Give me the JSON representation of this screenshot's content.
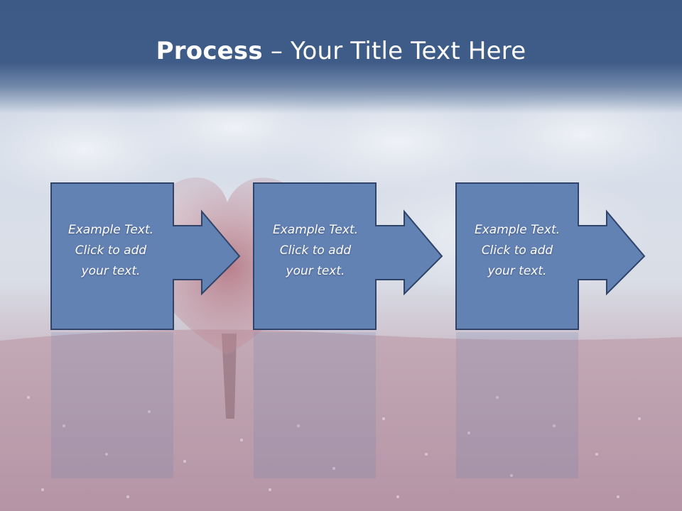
{
  "title": {
    "bold": "Process",
    "separator": "–",
    "rest": "Your Title Text Here"
  },
  "steps": [
    {
      "line1": "Example Text.",
      "line2": "Click  to add",
      "line3": "your text."
    },
    {
      "line1": "Example Text.",
      "line2": "Click  to add",
      "line3": "your text."
    },
    {
      "line1": "Example Text.",
      "line2": "Click  to add",
      "line3": "your text."
    }
  ],
  "colors": {
    "title_band": "#3d5a86",
    "box_fill": "#6382b4",
    "box_stroke": "#2f4468",
    "text": "#ffffff"
  }
}
